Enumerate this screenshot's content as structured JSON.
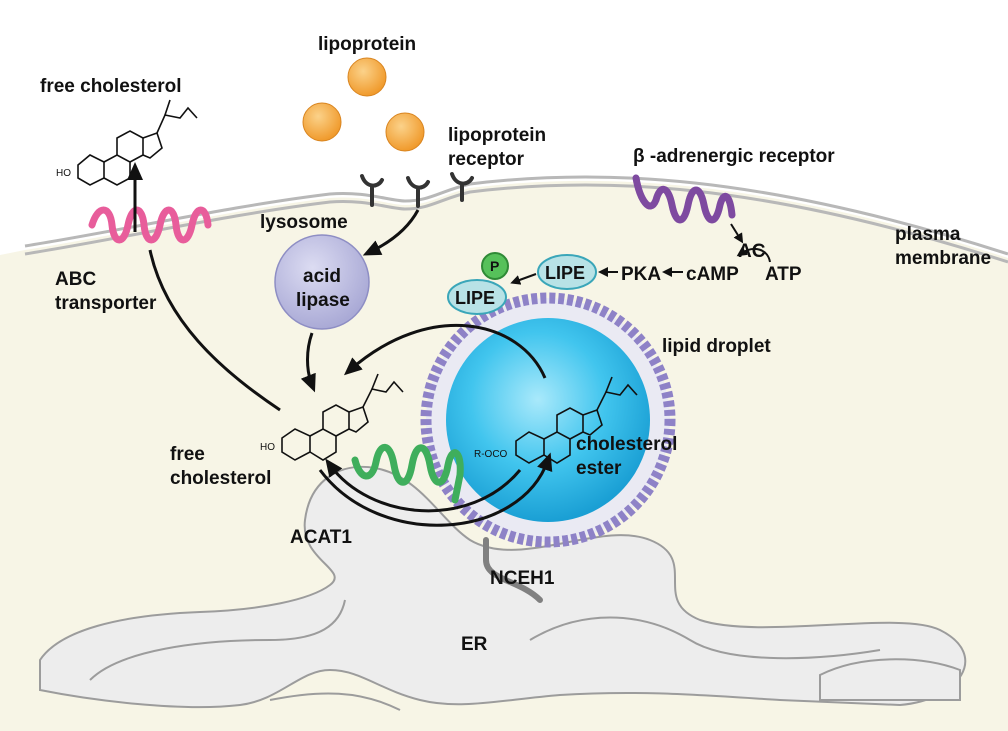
{
  "labels": {
    "lipoprotein": "lipoprotein",
    "free_cholesterol_top": "free cholesterol",
    "lipoprotein_receptor_1": "lipoprotein",
    "lipoprotein_receptor_2": "receptor",
    "beta_receptor": "β -adrenergic receptor",
    "plasma_membrane_1": "plasma",
    "plasma_membrane_2": "membrane",
    "lysosome": "lysosome",
    "acid_lipase_1": "acid",
    "acid_lipase_2": "lipase",
    "abc_1": "ABC",
    "abc_2": "transporter",
    "ac": "AC",
    "atp": "ATP",
    "camp": "cAMP",
    "pka": "PKA",
    "lipe_right": "LIPE",
    "lipe_left": "LIPE",
    "phospho": "P",
    "lipid_droplet": "lipid droplet",
    "free_cholesterol_1": "free",
    "free_cholesterol_2": "cholesterol",
    "cholesterol_ester_1": "cholesterol",
    "cholesterol_ester_2": "ester",
    "ho_top": "HO",
    "ho_mid": "HO",
    "roco": "R-OCO",
    "acat1": "ACAT1",
    "nceh1": "NCEH1",
    "er": "ER"
  },
  "colors": {
    "cytoplasm": "#f7f5e6",
    "membrane": "#c8c8c8",
    "lipoprotein": "#f2a640",
    "lysosome": "#c3c3e3",
    "droplet_core": "#41c5ee",
    "phospholipid_head": "#8e82c7",
    "abc_transporter": "#e85d9b",
    "beta_receptor": "#7e4aa0",
    "acat1": "#3fae5c",
    "lipe": "#b8e2e6",
    "phospho": "#56c15a",
    "nceh1": "#808080"
  },
  "icons": [
    "lipoprotein-particle",
    "receptor-y-shape",
    "seven-tm-receptor",
    "cholesterol-ring-structure",
    "phosphate-circle"
  ]
}
